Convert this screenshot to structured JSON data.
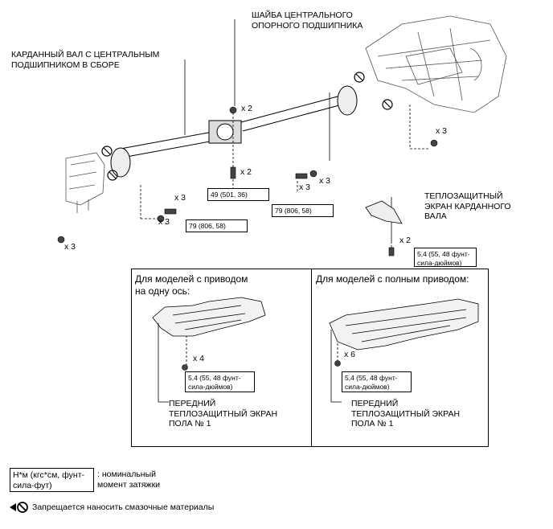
{
  "labels": {
    "washer": "ШАЙБА ЦЕНТРАЛЬНОГО\nОПОРНОГО ПОДШИПНИКА",
    "shaft": "КАРДАННЫЙ ВАЛ С ЦЕНТРАЛЬНЫМ\nПОДШИПНИКОМ В СБОРЕ",
    "shield": "ТЕПЛОЗАЩИТНЫЙ\nЭКРАН КАРДАННОГО\nВАЛА"
  },
  "quantities": {
    "q1": "x 2",
    "q2": "x 2",
    "q3": "x 3",
    "q4": "x 3",
    "q5": "x 3",
    "q6": "x 3",
    "q7": "x 3",
    "q8": "x 3",
    "q9": "x 2",
    "q10": "x 4",
    "q11": "x 6"
  },
  "torques": {
    "t1": "49 (501, 36)",
    "t2": "79 (806, 58)",
    "t3": "79 (806, 58)",
    "t4": "5,4 (55, 48 фунт-\nсила-дюймов)",
    "t5": "5,4 (55, 48 фунт-\nсила-дюймов)",
    "t6": "5,4 (55, 48 фунт-\nсила-дюймов)"
  },
  "panels": {
    "left_title": "Для моделей с приводом\nна одну ось:",
    "right_title": "Для моделей с полным приводом:",
    "left_part": "ПЕРЕДНИЙ\nТЕПЛОЗАЩИТНЫЙ ЭКРАН\nПОЛА № 1",
    "right_part": "ПЕРЕДНИЙ\nТЕПЛОЗАЩИТНЫЙ ЭКРАН\nПОЛА № 1"
  },
  "legend": {
    "torque_unit": "Н*м (кгс*см, фунт-\nсила-фут)",
    "torque_desc": ": номинальный\nмомент затяжки",
    "no_grease": "Запрещается наносить смазочные материалы"
  },
  "icons": [
    "no-grease-icon"
  ]
}
